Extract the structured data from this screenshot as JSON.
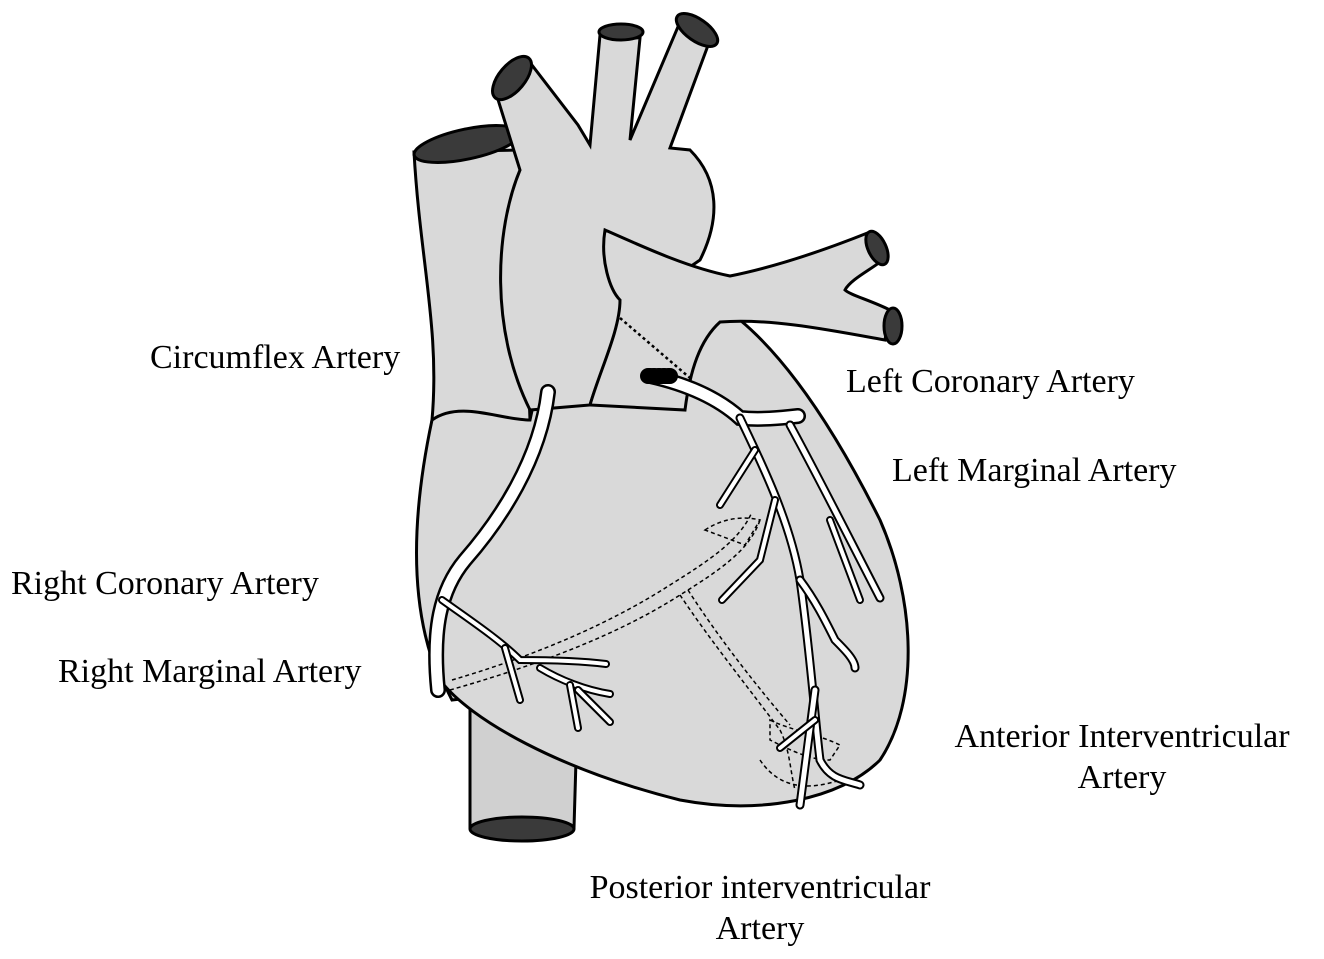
{
  "diagram": {
    "labels": {
      "circumflex": "Circumflex Artery",
      "left_coronary": "Left Coronary Artery",
      "left_marginal": "Left Marginal Artery",
      "right_coronary": "Right Coronary Artery",
      "right_marginal": "Right Marginal Artery",
      "anterior_interventricular": [
        "Anterior Interventricular",
        "Artery"
      ],
      "posterior_interventricular": [
        "Posterior interventricular",
        "Artery"
      ]
    },
    "colors": {
      "tissue": "#d9d9d9",
      "vessel_lumen": "#3a3a3a",
      "artery": "#ffffff",
      "outline": "#000000"
    }
  }
}
